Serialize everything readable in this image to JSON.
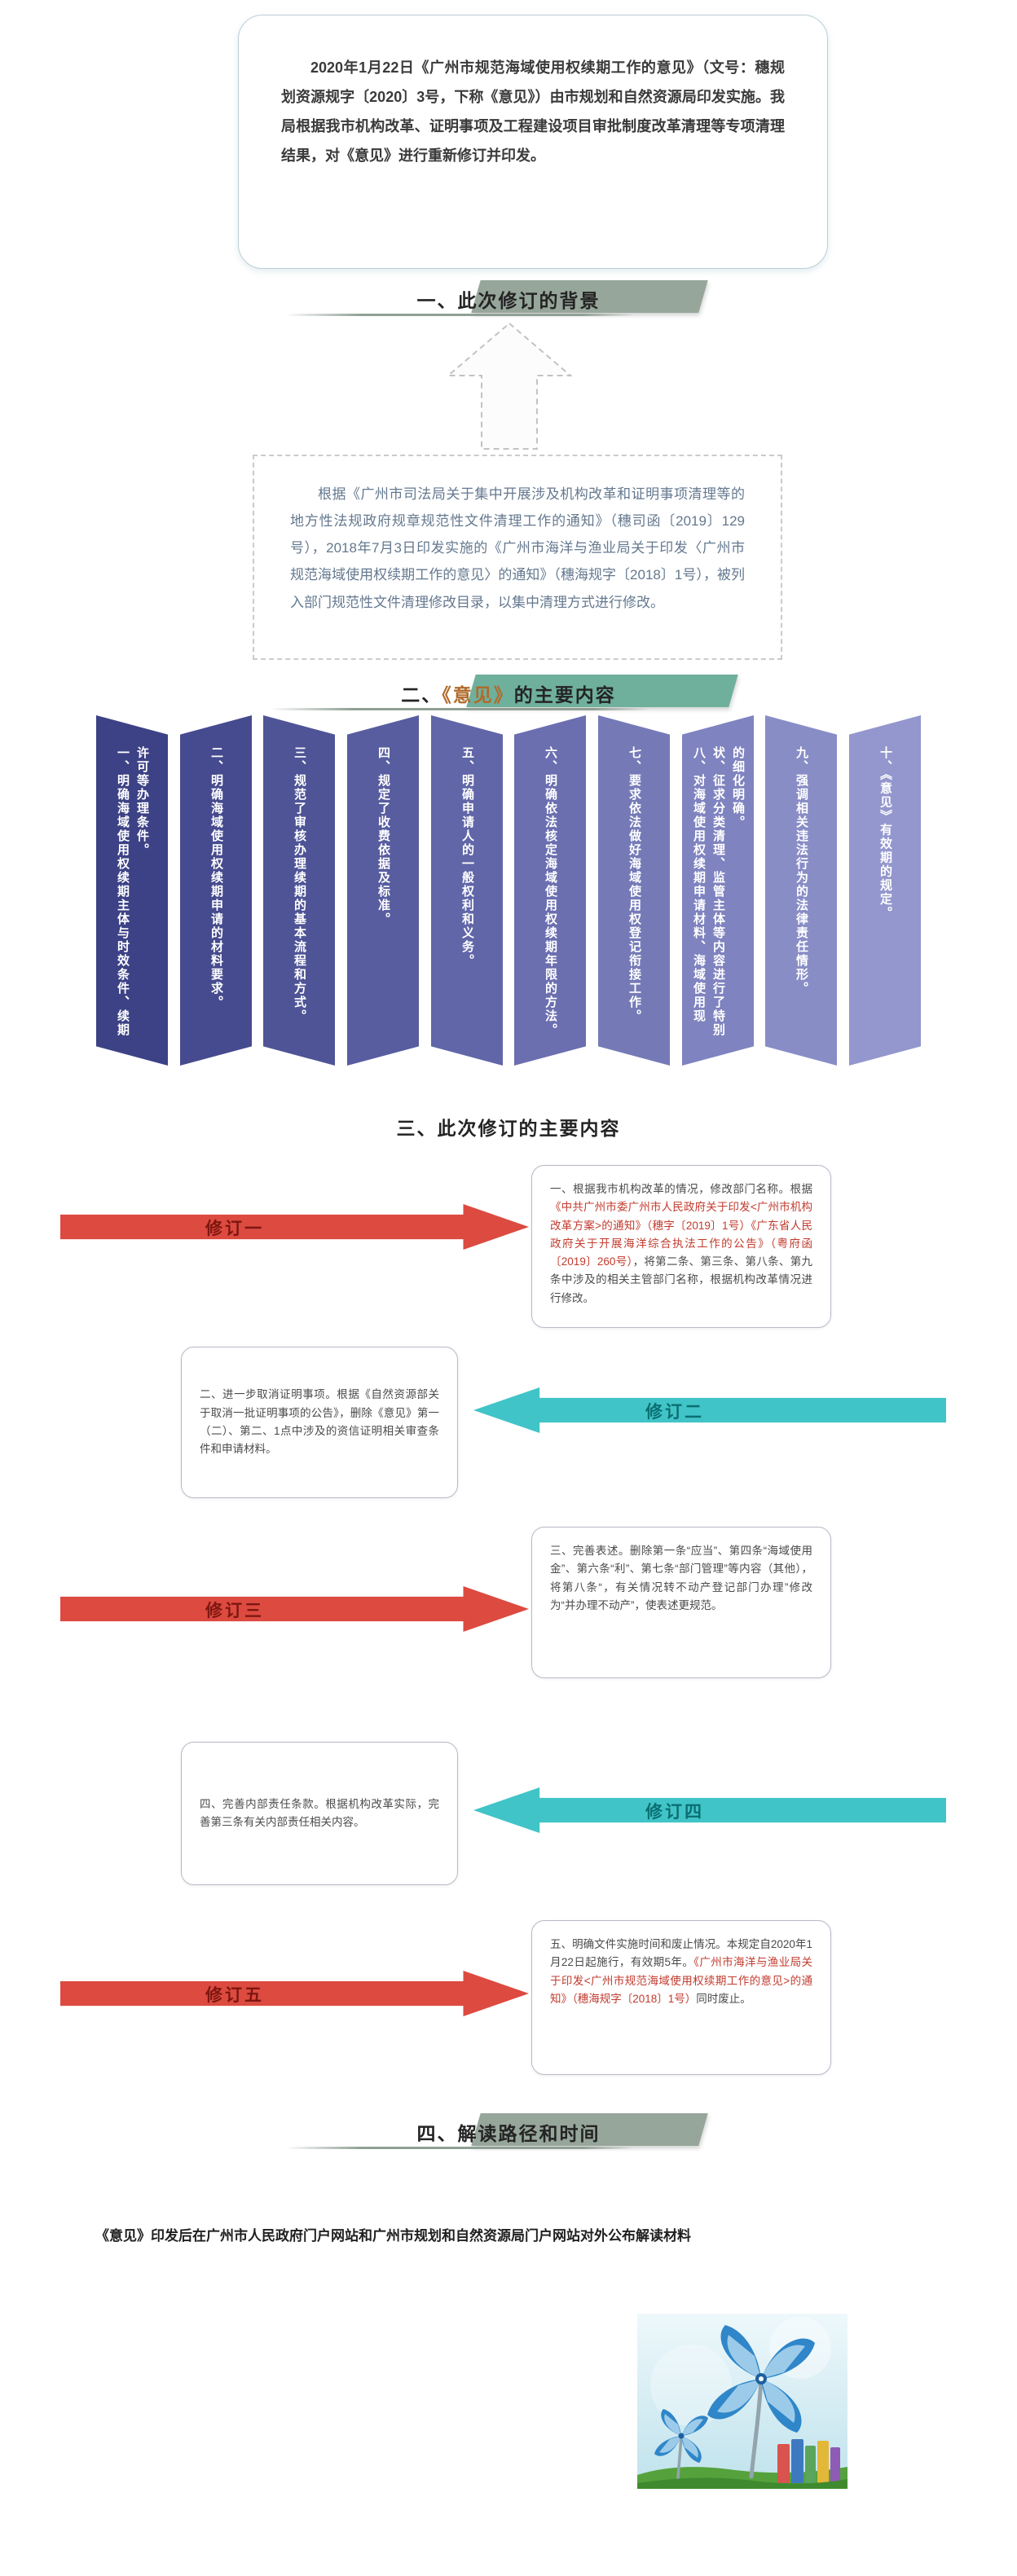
{
  "intro": {
    "text": "2020年1月22日《广州市规范海域使用权续期工作的意见》（文号：穗规划资源规字〔2020〕3号，下称《意见》）由市规划和自然资源局印发实施。我局根据我市机构改革、证明事项及工程建设项目审批制度改革清理等专项清理结果，对《意见》进行重新修订并印发。"
  },
  "sections": {
    "s1": "一、此次修订的背景",
    "s2_segments": [
      {
        "t": "二、"
      },
      {
        "t": "《意见》",
        "c": "gold"
      },
      {
        "t": "的主要内容"
      }
    ],
    "s3": "三、此次修订的主要内容",
    "s4": "四、解读路径和时间"
  },
  "background": {
    "text": "根据《广州市司法局关于集中开展涉及机构改革和证明事项清理等的地方性法规政府规章规范性文件清理工作的通知》（穗司函〔2019〕129号），2018年7月3日印发实施的《广州市海洋与渔业局关于印发〈广州市规范海域使用权续期工作的意见〉的通知》（穗海规字〔2018〕1号），被列入部门规范性文件清理修改目录，以集中清理方式进行修改。"
  },
  "banners": [
    {
      "text": "一、明确海域使用权续期主体与时效条件、续期许可等办理条件。",
      "color": "#3d4286"
    },
    {
      "text": "二、明确海域使用权续期申请的材料要求。",
      "color": "#464b8f"
    },
    {
      "text": "三、规范了审核办理续期的基本流程和方式。",
      "color": "#4f5497"
    },
    {
      "text": "四、规定了收费依据及标准。",
      "color": "#585da0"
    },
    {
      "text": "五、明确申请人的一般权利和义务。",
      "color": "#6166a8"
    },
    {
      "text": "六、明确依法核定海域使用权续期年限的方法。",
      "color": "#6b6fb0"
    },
    {
      "text": "七、要求依法做好海域使用权登记衔接工作。",
      "color": "#757ab7"
    },
    {
      "text": "八、对海域使用权续期申请材料、海域使用现状、征求分类清理、监管主体等内容进行了特别的细化明确。",
      "color": "#7f83bf"
    },
    {
      "text": "九、强调相关违法行为的法律责任情形。",
      "color": "#898dc6"
    },
    {
      "text": "十、《意见》有效期的规定。",
      "color": "#9397cd"
    }
  ],
  "revisions": [
    {
      "label": "修订一",
      "direction": "right",
      "arrow_color": "#dc4a40",
      "label_color": "#7d1710",
      "segments": [
        {
          "t": "一、根据我市机构改革的情况，修改部门名称。根据"
        },
        {
          "t": "《中共广州市委广州市人民政府关于印发<广州市机构改革方案>的通知》（穗字〔2019〕1号）",
          "c": "em"
        },
        {
          "t": "《广东省人民政府关于开展海洋综合执法工作的公告》（粤府函〔2019〕260号）",
          "c": "em"
        },
        {
          "t": "，将第二条、第三条、第八条、第九条中涉及的相关主管部门名称，根据机构改革情况进行修改。"
        }
      ]
    },
    {
      "label": "修订二",
      "direction": "left",
      "arrow_color": "#41c4c7",
      "label_color": "#0a6f72",
      "segments": [
        {
          "t": "二、进一步取消证明事项。根据《自然资源部关于取消一批证明事项的公告》，删除《意见》第一（二）、第二、1点中涉及的资信证明相关审查条件和申请材料。"
        }
      ]
    },
    {
      "label": "修订三",
      "direction": "right",
      "arrow_color": "#dc4a40",
      "label_color": "#7d1710",
      "segments": [
        {
          "t": "三、完善表述。删除第一条“应当”、第四条“海域使用金”、第六条“利”、第七条“部门管理”等内容（其他），将第八条“，有关情况转不动产登记部门办理”修改为“并办理不动产”，使表述更规范。"
        }
      ]
    },
    {
      "label": "修订四",
      "direction": "left",
      "arrow_color": "#41c4c7",
      "label_color": "#0a6f72",
      "segments": [
        {
          "t": "四、完善内部责任条款。根据机构改革实际，完善第三条有关内部责任相关内容。"
        }
      ]
    },
    {
      "label": "修订五",
      "direction": "right",
      "arrow_color": "#dc4a40",
      "label_color": "#7d1710",
      "segments": [
        {
          "t": "五、明确文件实施时间和废止情况。本规定自2020年1月22日起施行，有效期5年。"
        },
        {
          "t": "《广州市海洋与渔业局关于印发<广州市规范海域使用权续期工作的意见>的通知》（穗海规字〔2018〕1号）",
          "c": "em"
        },
        {
          "t": "同时废止。"
        }
      ]
    }
  ],
  "footer": {
    "text": "《意见》印发后在广州市人民政府门户网站和广州市规划和自然资源局门户网站对外公布解读材料"
  },
  "colors": {
    "page_bg": "#ffffff",
    "ribbon_gray": "#97a69b",
    "ribbon_teal": "#6fb09c",
    "red_arrow": "#dc4a40",
    "teal_arrow": "#41c4c7",
    "red_label": "#7d1710",
    "teal_label": "#0a6f72",
    "em_text": "#c23b2e",
    "banner_text": "#ffffff"
  }
}
